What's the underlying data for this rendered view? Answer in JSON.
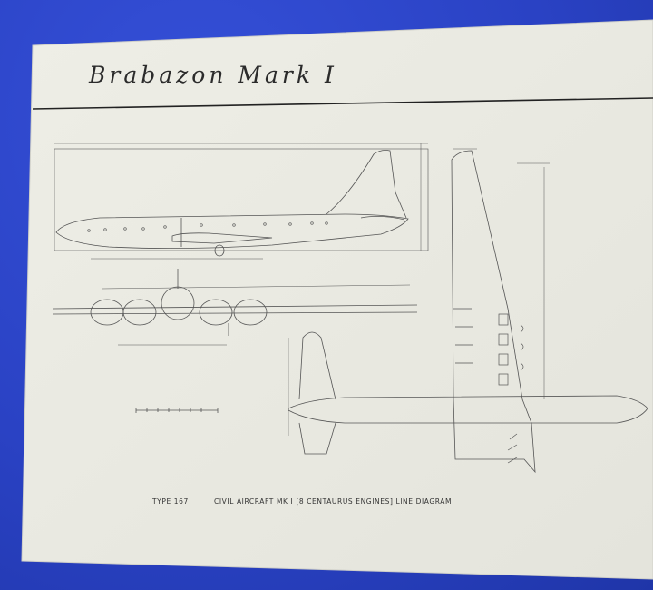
{
  "page": {
    "title": "Brabazon Mark I",
    "caption": {
      "type": "TYPE 167",
      "description": "CIVIL AIRCRAFT   MK I  [8 CENTAURUS ENGINES]   LINE DIAGRAM"
    }
  },
  "colors": {
    "background": "#2a44c8",
    "paper": "#ecece4",
    "ink": "#4a4a4a"
  }
}
